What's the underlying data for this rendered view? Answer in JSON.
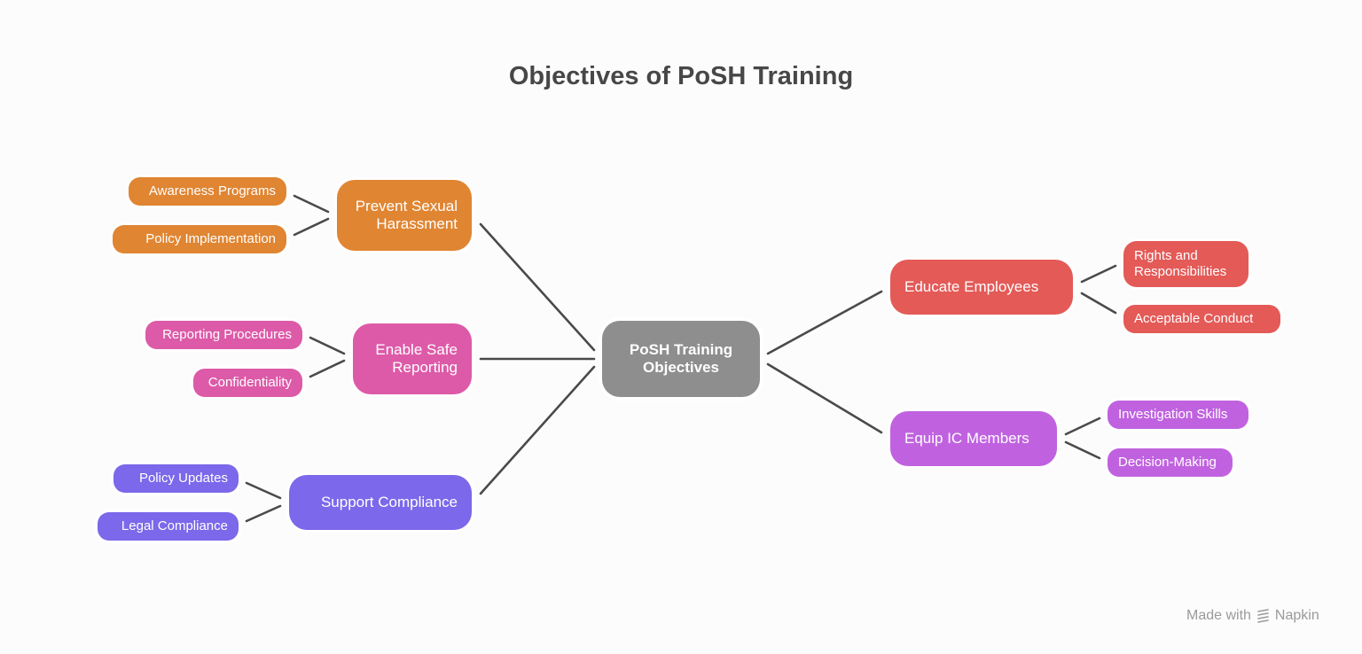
{
  "title": "Objectives of PoSH Training",
  "center": {
    "label": "PoSH Training Objectives",
    "color": "#8e8e8e"
  },
  "branches": {
    "prevent": {
      "label": "Prevent Sexual Harassment",
      "color": "#e08532",
      "children": [
        "Awareness Programs",
        "Policy Implementation"
      ]
    },
    "reporting": {
      "label": "Enable Safe Reporting",
      "color": "#dd5aa8",
      "children": [
        "Reporting Procedures",
        "Confidentiality"
      ]
    },
    "compliance": {
      "label": "Support Compliance",
      "color": "#7b68ea",
      "children": [
        "Policy Updates",
        "Legal Compliance"
      ]
    },
    "educate": {
      "label": "Educate Employees",
      "color": "#e35a57",
      "children": [
        "Rights and Responsibilities",
        "Acceptable Conduct"
      ]
    },
    "equip": {
      "label": "Equip IC Members",
      "color": "#c062e0",
      "children": [
        "Investigation Skills",
        "Decision-Making"
      ]
    }
  },
  "watermark": {
    "prefix": "Made with",
    "brand": "Napkin",
    "icon": "napkin-logo-icon"
  }
}
